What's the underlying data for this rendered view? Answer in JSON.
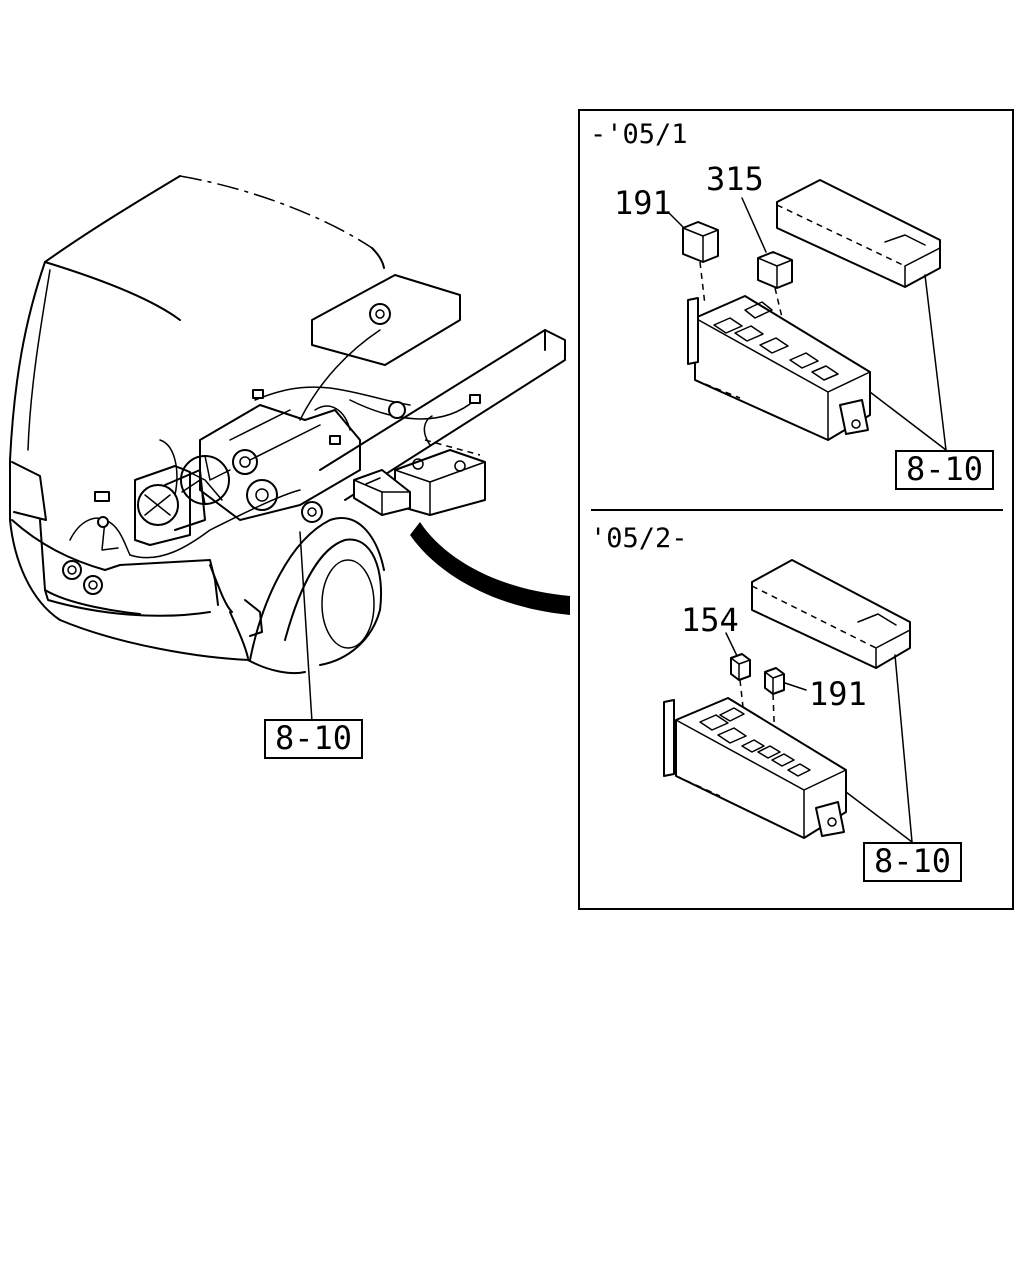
{
  "panels": {
    "top": {
      "caption": "-'05/1",
      "callouts": [
        "191",
        "315"
      ],
      "ref_label": "8-10"
    },
    "bottom": {
      "caption": "'05/2-",
      "callouts": [
        "154",
        "191"
      ],
      "ref_label": "8-10"
    }
  },
  "main": {
    "ref_label": "8-10"
  }
}
